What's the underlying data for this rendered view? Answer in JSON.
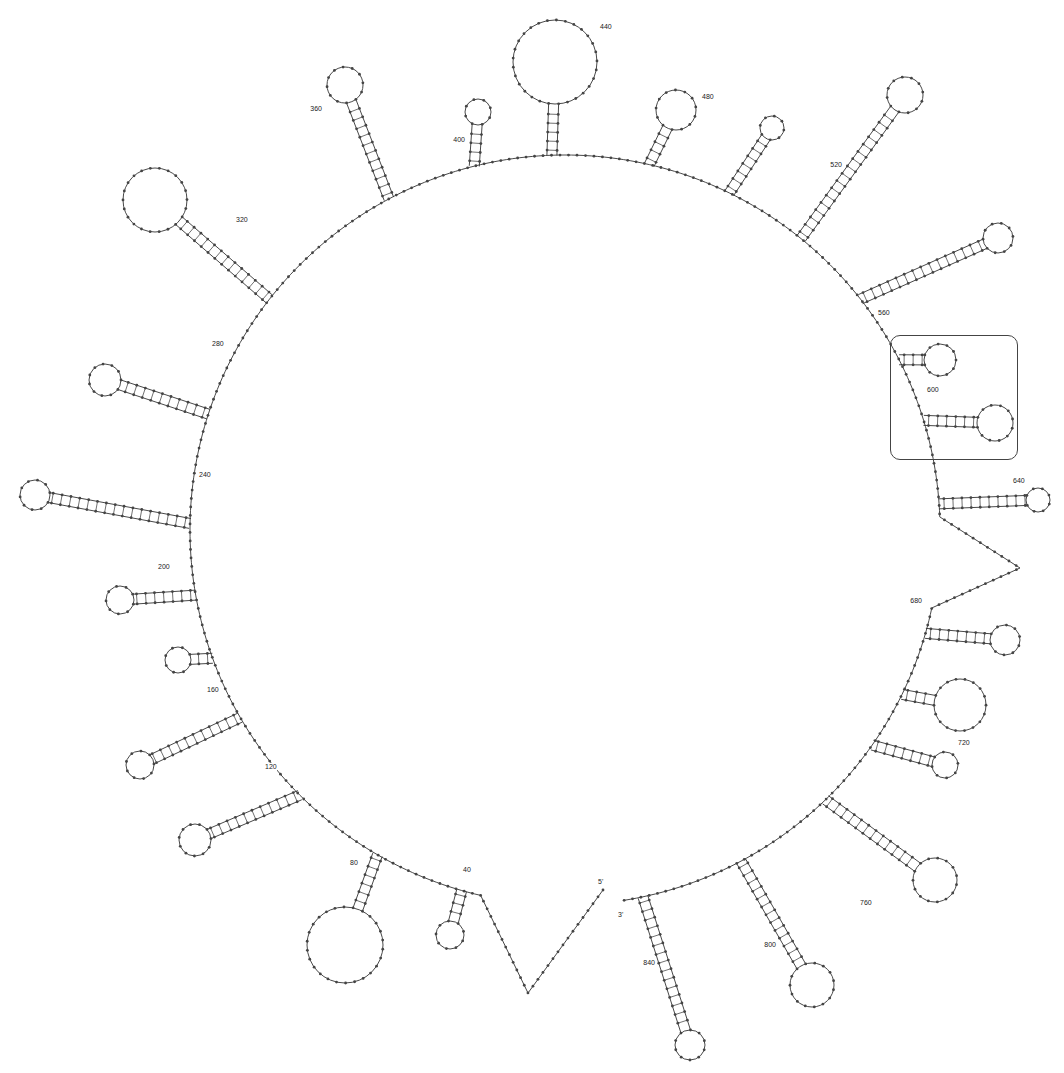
{
  "diagram": {
    "nodes": [
      {
        "text": [
          "600"
        ]
      }
    ],
    "labels": [
      "5'",
      "40",
      "80",
      "120",
      "160",
      "200",
      "240",
      "280",
      "320",
      "360",
      "400",
      "440",
      "480",
      "520",
      "560",
      "640",
      "680",
      "720",
      "760",
      "800",
      "840",
      "3'"
    ]
  }
}
